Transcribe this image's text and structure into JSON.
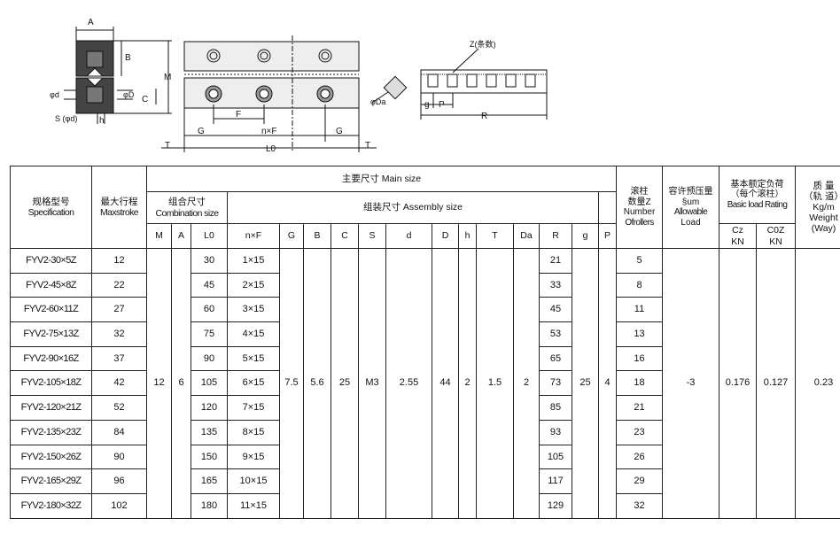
{
  "drawing_labels": {
    "A": "A",
    "B": "B",
    "M": "M",
    "C": "C",
    "d": "φd",
    "D": "φD",
    "S": "S (φd)",
    "h": "h",
    "F": "F",
    "G": "G",
    "nF": "n×F",
    "T": "T",
    "L0": "L0",
    "Da": "φDa",
    "Z": "Z(条数)",
    "g": "g",
    "P": "P",
    "R": "R"
  },
  "table": {
    "headers": {
      "spec_cn": "规格型号",
      "spec_en": "Specification",
      "stroke_cn": "最大行程",
      "stroke_en": "Maxstroke",
      "main_size": "主要尺寸 Main size",
      "combination_cn": "组合尺寸",
      "combination_en": "Combination size",
      "assembly": "组装尺寸  Assembly size",
      "rollers_cn": "滚柱",
      "rollers_cn2": "数量Z",
      "rollers_en1": "Number",
      "rollers_en2": "Ofrollers",
      "preload_cn": "容许预压量",
      "preload_unit": "§um",
      "preload_en1": "Allowable",
      "preload_en2": "Load",
      "rating_cn": "基本额定负荷",
      "rating_cn2": "（每个滚柱）",
      "rating_en": "Basic load Rating",
      "mass_cn": "质 量",
      "mass_cn2": "（轨 道）",
      "mass_unit": "Kg/m",
      "mass_en": "Weight",
      "mass_en2": "(Way)",
      "cz": "Cz",
      "cz_unit": "KN",
      "c0z": "C0Z",
      "c0z_unit": "KN",
      "cols": [
        "M",
        "A",
        "L0",
        "n×F",
        "G",
        "B",
        "C",
        "S",
        "d",
        "D",
        "h",
        "T",
        "Da",
        "R",
        "g",
        "P"
      ]
    },
    "rows": [
      {
        "spec": "FYV2-30×5Z",
        "stroke": "12",
        "L0": "30",
        "nF": "1×15",
        "R": "21",
        "Z": "5"
      },
      {
        "spec": "FYV2-45×8Z",
        "stroke": "22",
        "L0": "45",
        "nF": "2×15",
        "R": "33",
        "Z": "8"
      },
      {
        "spec": "FYV2-60×11Z",
        "stroke": "27",
        "L0": "60",
        "nF": "3×15",
        "R": "45",
        "Z": "11"
      },
      {
        "spec": "FYV2-75×13Z",
        "stroke": "32",
        "L0": "75",
        "nF": "4×15",
        "R": "53",
        "Z": "13"
      },
      {
        "spec": "FYV2-90×16Z",
        "stroke": "37",
        "L0": "90",
        "nF": "5×15",
        "R": "65",
        "Z": "16"
      },
      {
        "spec": "FYV2-105×18Z",
        "stroke": "42",
        "L0": "105",
        "nF": "6×15",
        "R": "73",
        "Z": "18"
      },
      {
        "spec": "FYV2-120×21Z",
        "stroke": "52",
        "L0": "120",
        "nF": "7×15",
        "R": "85",
        "Z": "21"
      },
      {
        "spec": "FYV2-135×23Z",
        "stroke": "84",
        "L0": "135",
        "nF": "8×15",
        "R": "93",
        "Z": "23"
      },
      {
        "spec": "FYV2-150×26Z",
        "stroke": "90",
        "L0": "150",
        "nF": "9×15",
        "R": "105",
        "Z": "26"
      },
      {
        "spec": "FYV2-165×29Z",
        "stroke": "96",
        "L0": "165",
        "nF": "10×15",
        "R": "117",
        "Z": "29"
      },
      {
        "spec": "FYV2-180×32Z",
        "stroke": "102",
        "L0": "180",
        "nF": "11×15",
        "R": "129",
        "Z": "32"
      }
    ],
    "common": {
      "M": "12",
      "A": "6",
      "G": "7.5",
      "B": "5.6",
      "C": "25",
      "S": "M3",
      "d": "2.55",
      "D": "44",
      "h": "2",
      "T": "1.5",
      "Da": "2",
      "g": "25",
      "P": "4",
      "preload": "-3",
      "Cz": "0.176",
      "C0z": "0.127",
      "mass": "0.23"
    }
  }
}
